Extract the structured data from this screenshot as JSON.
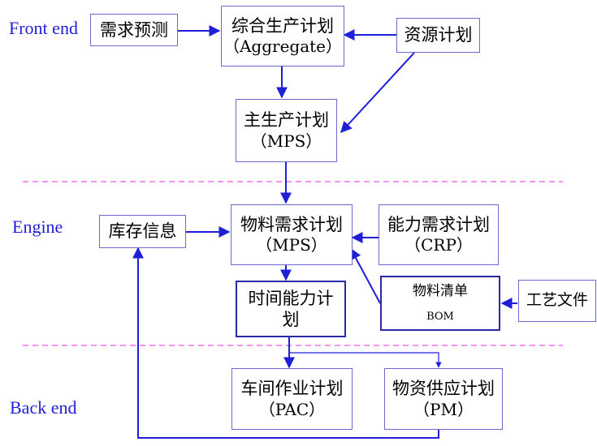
{
  "stages": {
    "front": "Front end",
    "engine": "Engine",
    "back": "Back end"
  },
  "boxes": {
    "demand": {
      "line1": "需求预测"
    },
    "aggregate": {
      "line1": "综合生产计划",
      "line2": "（Aggregate）"
    },
    "resource": {
      "line1": "资源计划"
    },
    "mps": {
      "line1": "主生产计划",
      "line2": "（MPS）"
    },
    "inventory": {
      "line1": "库存信息"
    },
    "mrp": {
      "line1": "物料需求计划",
      "line2": "（MPS）"
    },
    "crp": {
      "line1": "能力需求计划",
      "line2": "（CRP）"
    },
    "time_capacity": {
      "line1": "时间能力计",
      "line2": "划"
    },
    "bom": {
      "line1": "物料清单",
      "line2": "BOM"
    },
    "process_doc": {
      "line1": "工艺文件"
    },
    "pac": {
      "line1": "车间作业计划",
      "line2": "（PAC）"
    },
    "pm": {
      "line1": "物资供应计划",
      "line2": "（PM）"
    }
  },
  "colors": {
    "arrow": "#1f1fd8",
    "divider": "#f055f0",
    "label": "#1f1fd8"
  }
}
